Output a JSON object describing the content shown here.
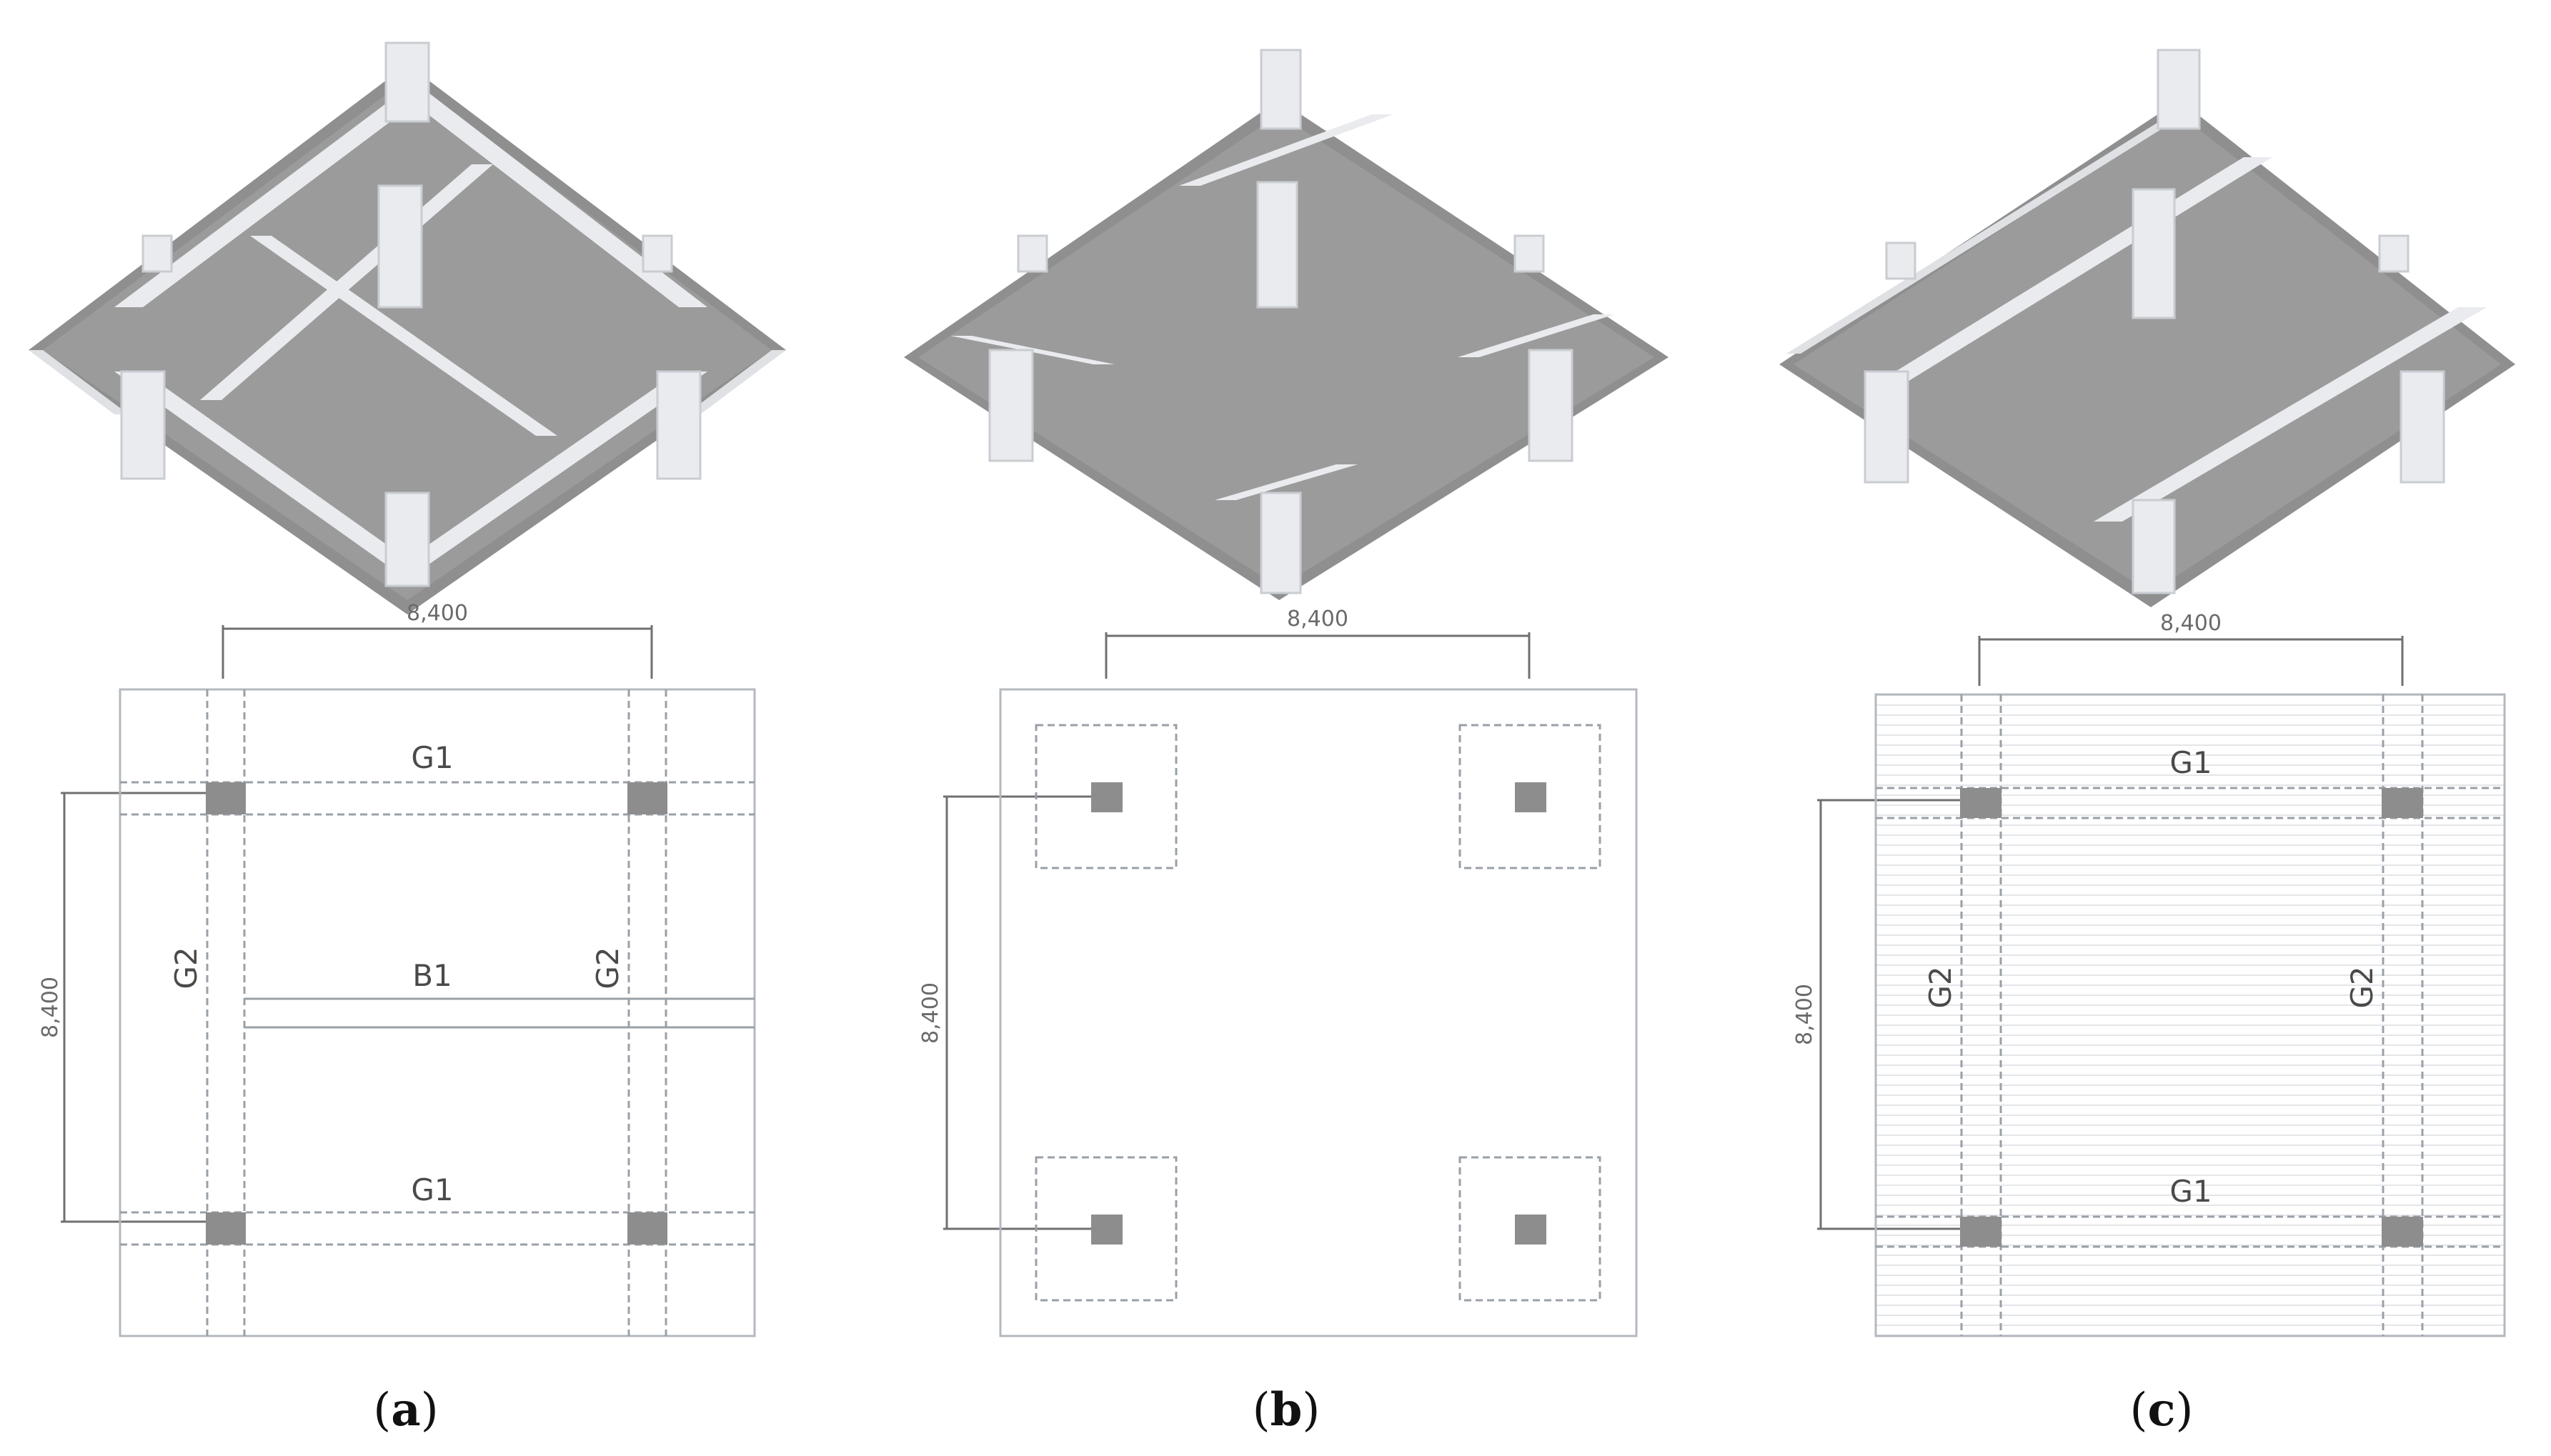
{
  "panels": [
    {
      "id": "a",
      "caption_letter": "a",
      "dim_horizontal": "8,400",
      "dim_vertical": "8,400",
      "beam_labels": {
        "top": "G1",
        "bottom": "G1",
        "left": "G2",
        "right": "G2",
        "middle": "B1"
      }
    },
    {
      "id": "b",
      "caption_letter": "b",
      "dim_horizontal": "8,400",
      "dim_vertical": "8,400"
    },
    {
      "id": "c",
      "caption_letter": "c",
      "dim_horizontal": "8,400",
      "dim_vertical": "8,400",
      "beam_labels": {
        "top": "G1",
        "bottom": "G1",
        "left": "G2",
        "right": "G2"
      }
    }
  ],
  "colors": {
    "slab": "#9b9b9b",
    "beam": "#e9ebee",
    "beam_shadow": "#c9ccd1",
    "column": "#8d8d8d",
    "plan_line": "#a6acb3",
    "dim_line": "#707070"
  }
}
